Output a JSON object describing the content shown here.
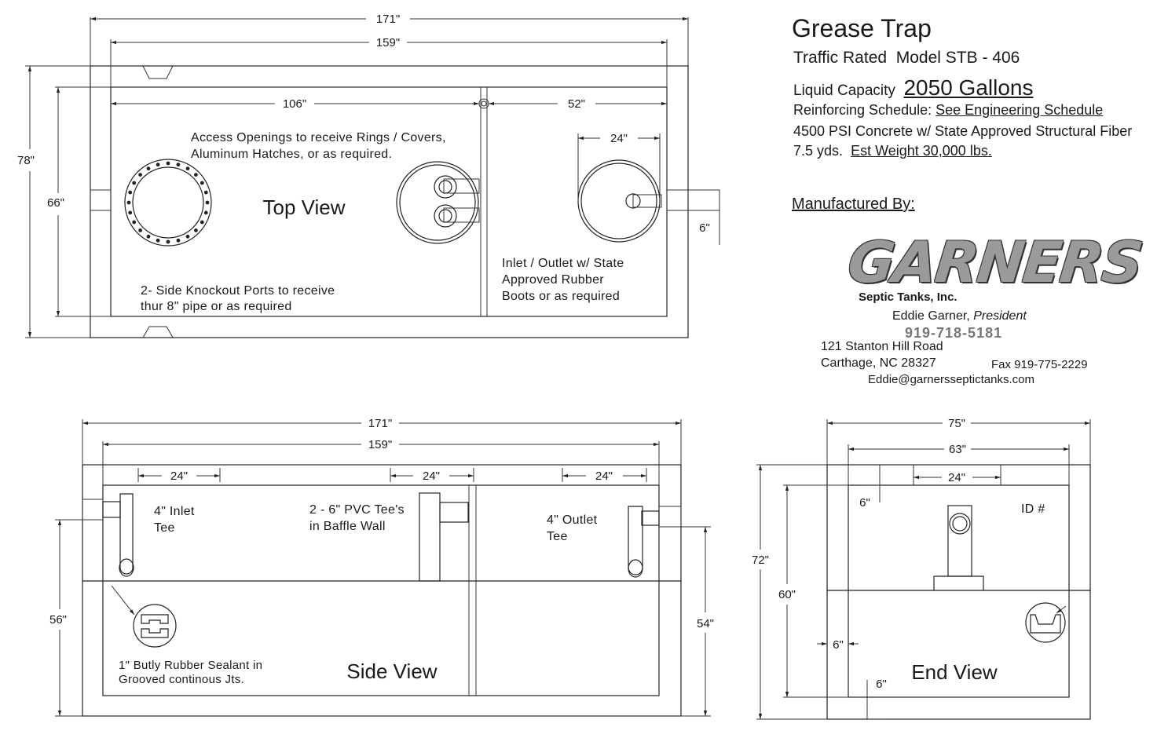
{
  "title": "Grease Trap",
  "traffic": "Traffic Rated",
  "model": "Model STB - 406",
  "capacity_label": "Liquid Capacity",
  "capacity_value": "2050 Gallons",
  "reinforcing_label": "Reinforcing Schedule:",
  "reinforcing_value": "See Engineering Schedule",
  "concrete": "4500 PSI Concrete w/ State Approved Structural Fiber",
  "yards": "7.5 yds.",
  "weight": "Est Weight  30,000 lbs.",
  "manufactured_by": "Manufactured By:",
  "logo_text": "GARNERS",
  "company": "Septic Tanks, Inc.",
  "president_name": "Eddie Garner,",
  "president_title": "President",
  "phone": "919-718-5181",
  "address1": "121 Stanton Hill Road",
  "address2": "Carthage, NC 28327",
  "fax": "Fax 919-775-2229",
  "email": "Eddie@garnersseptictanks.com",
  "top": {
    "label": "Top View",
    "d171": "171\"",
    "d159": "159\"",
    "d106": "106\"",
    "d52": "52\"",
    "d24": "24\"",
    "d78": "78\"",
    "d66": "66\"",
    "d6": "6\"",
    "access1": "Access Openings to receive Rings / Covers,",
    "access2": "Aluminum Hatches, or as required.",
    "knock1": "2- Side Knockout Ports to receive",
    "knock2": "thur 8\" pipe or as required",
    "inlet1": "Inlet / Outlet w/ State",
    "inlet2": "Approved Rubber",
    "inlet3": "Boots or as required"
  },
  "side": {
    "label": "Side View",
    "d171": "171\"",
    "d159": "159\"",
    "d24": "24\"",
    "d56": "56\"",
    "d54": "54\"",
    "inlet1": "4\" Inlet",
    "inlet2": "Tee",
    "pvc1": "2 - 6\" PVC Tee's",
    "pvc2": "in Baffle Wall",
    "outlet1": "4\" Outlet",
    "outlet2": "Tee",
    "seal1": "1\" Butly Rubber Sealant in",
    "seal2": "Grooved continous Jts."
  },
  "end": {
    "label": "End View",
    "d75": "75\"",
    "d63": "63\"",
    "d24": "24\"",
    "d6": "6\"",
    "d72": "72\"",
    "d60": "60\"",
    "id": "ID #"
  }
}
